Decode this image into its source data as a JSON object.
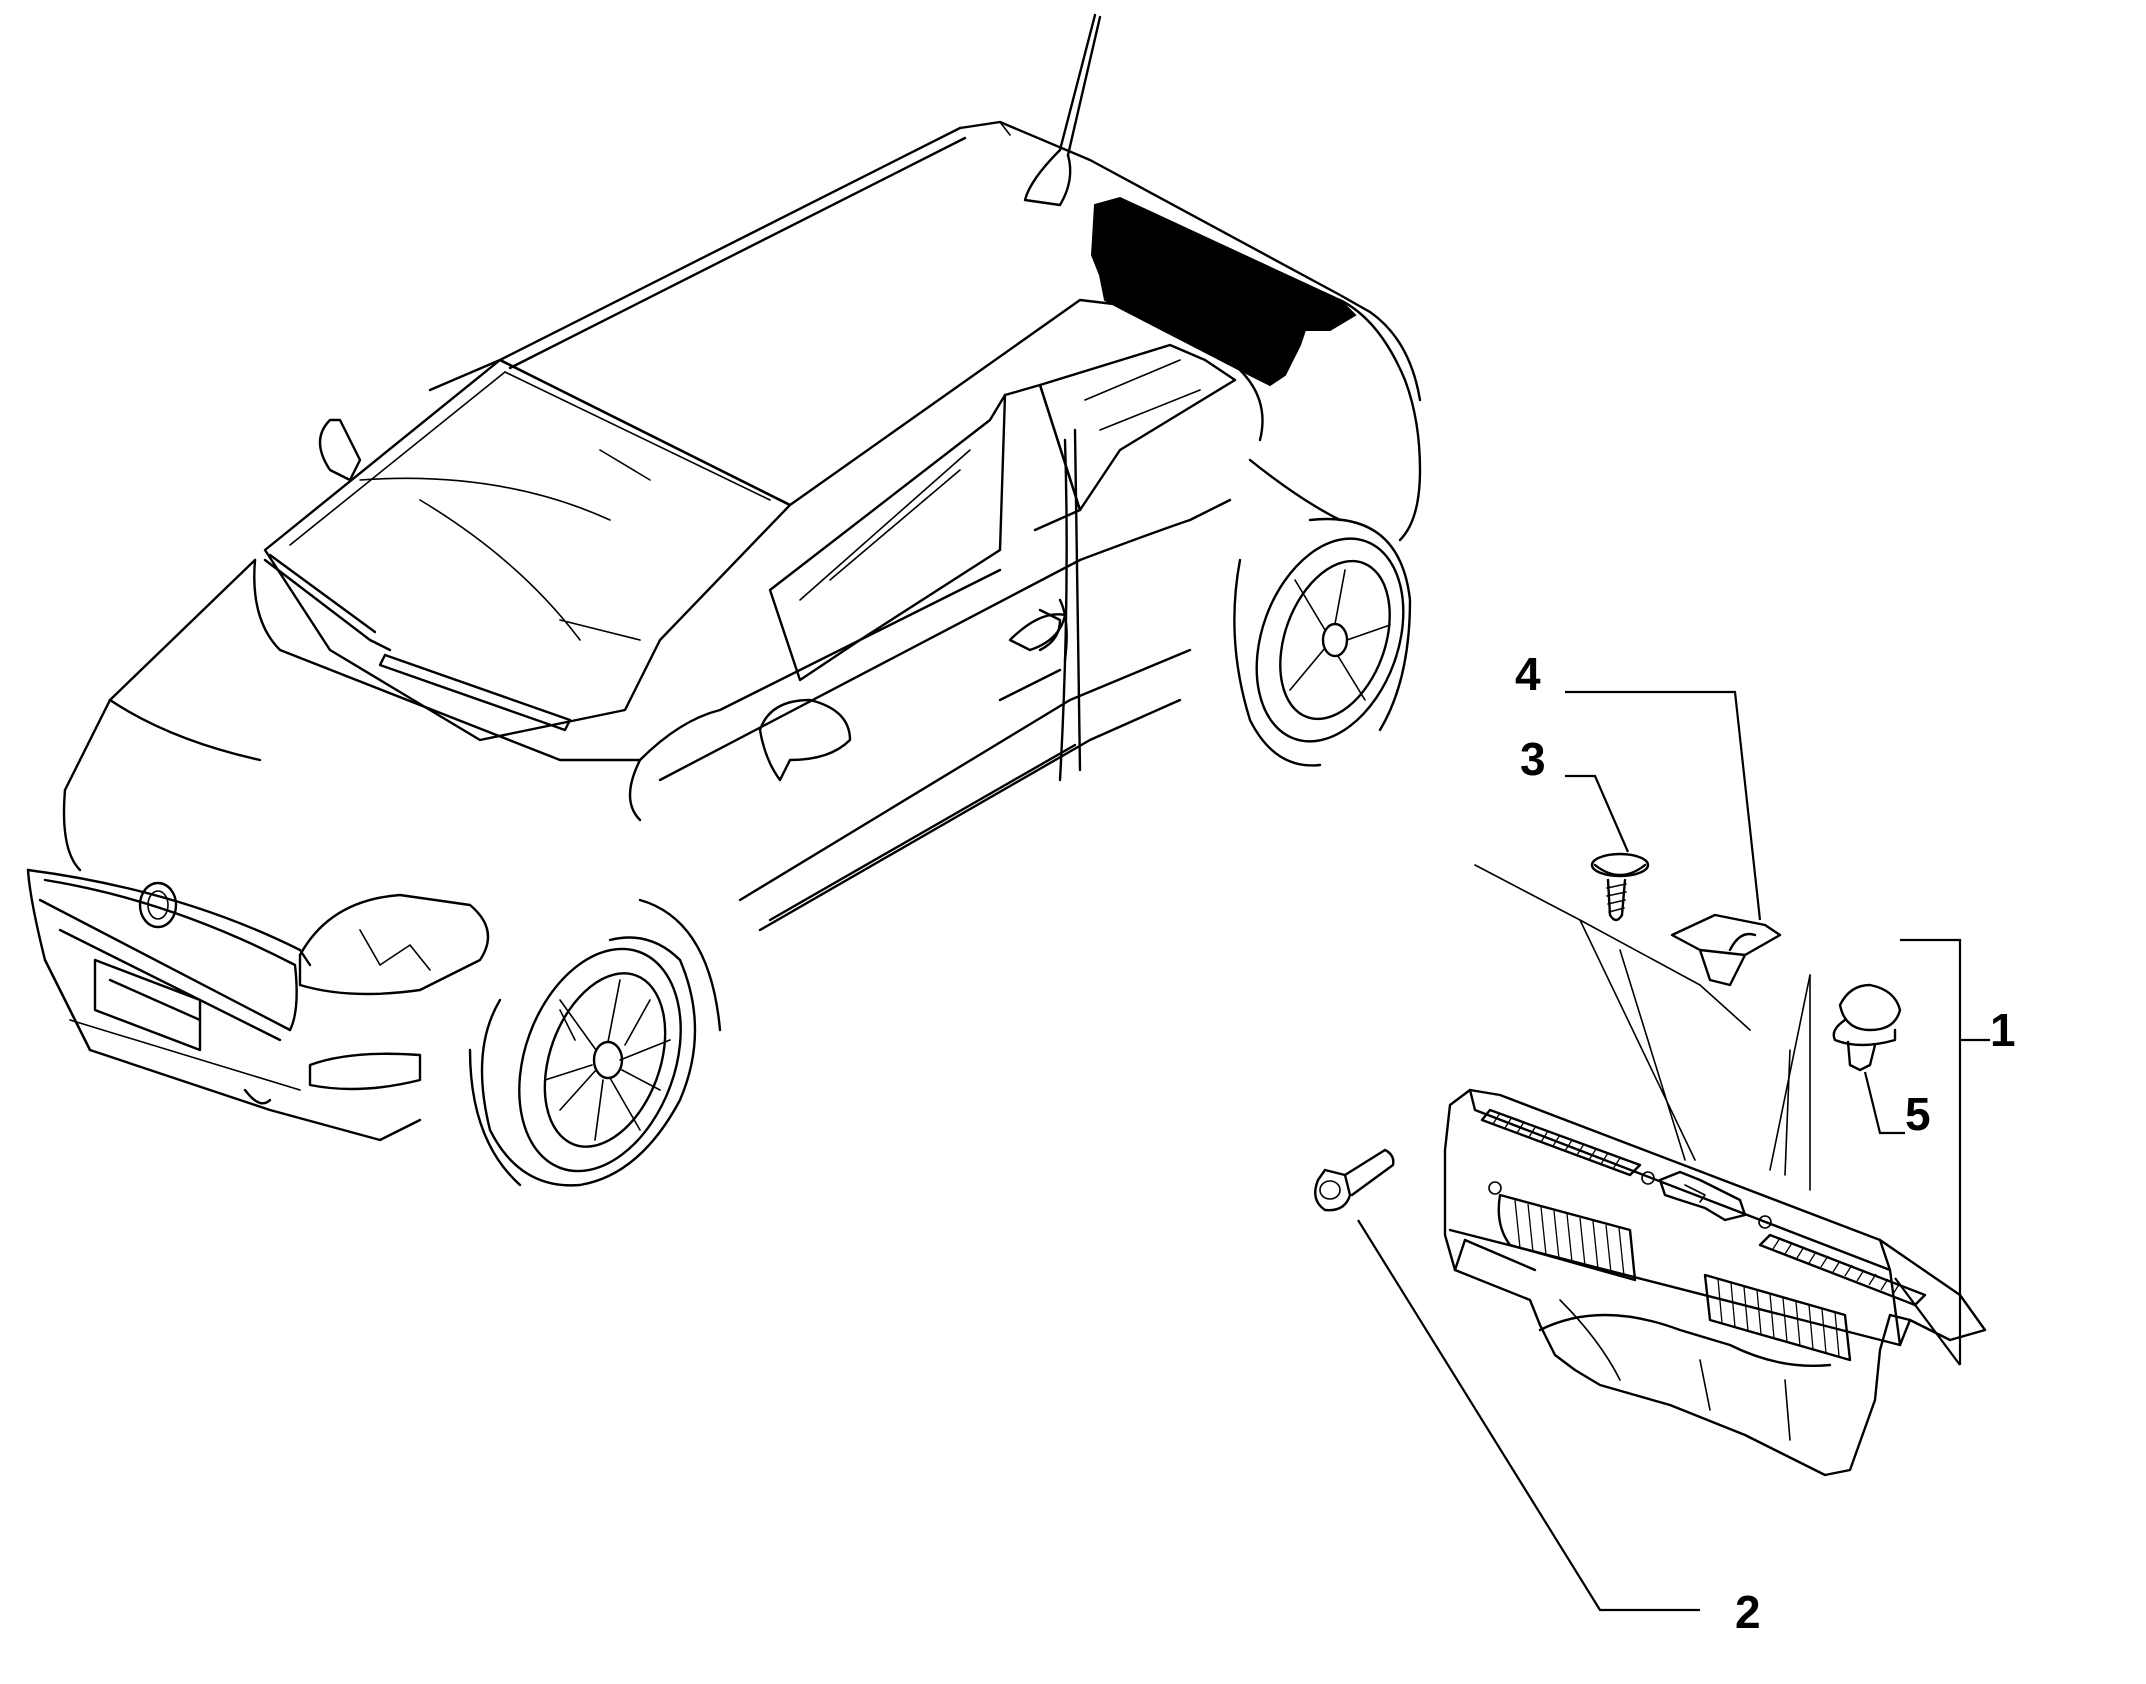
{
  "diagram": {
    "callouts": [
      {
        "id": "1",
        "label": "1"
      },
      {
        "id": "2",
        "label": "2"
      },
      {
        "id": "3",
        "label": "3"
      },
      {
        "id": "4",
        "label": "4"
      },
      {
        "id": "5",
        "label": "5"
      }
    ],
    "highlight_color": "#000000",
    "line_color": "#000000",
    "background": "#ffffff"
  }
}
